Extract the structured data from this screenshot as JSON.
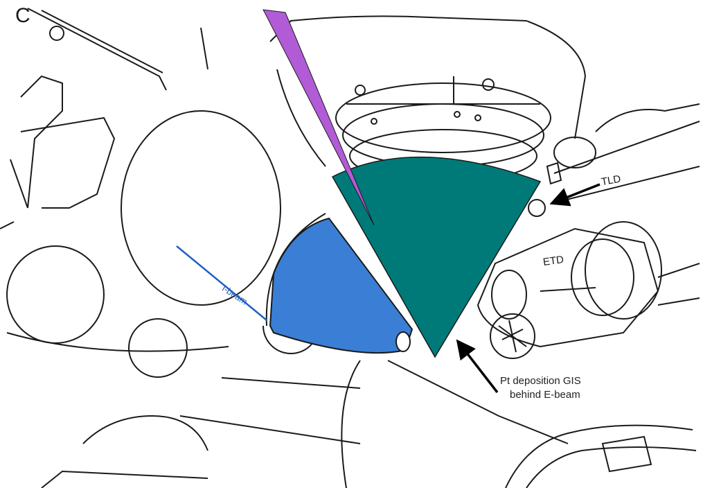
{
  "figure": {
    "panel_letter": "C",
    "labels": {
      "tld": "TLD",
      "etd": "ETD",
      "ibeam": "I-beam",
      "gis_line1": "Pt deposition GIS",
      "gis_line2": "behind E-beam"
    },
    "colors": {
      "electron_beam": "#007a78",
      "ion_beam": "#3a7fd5",
      "gis_needle": "#b25bd6",
      "outline": "#1a1a1a",
      "ion_beam_label": "#1f5fc0"
    }
  }
}
